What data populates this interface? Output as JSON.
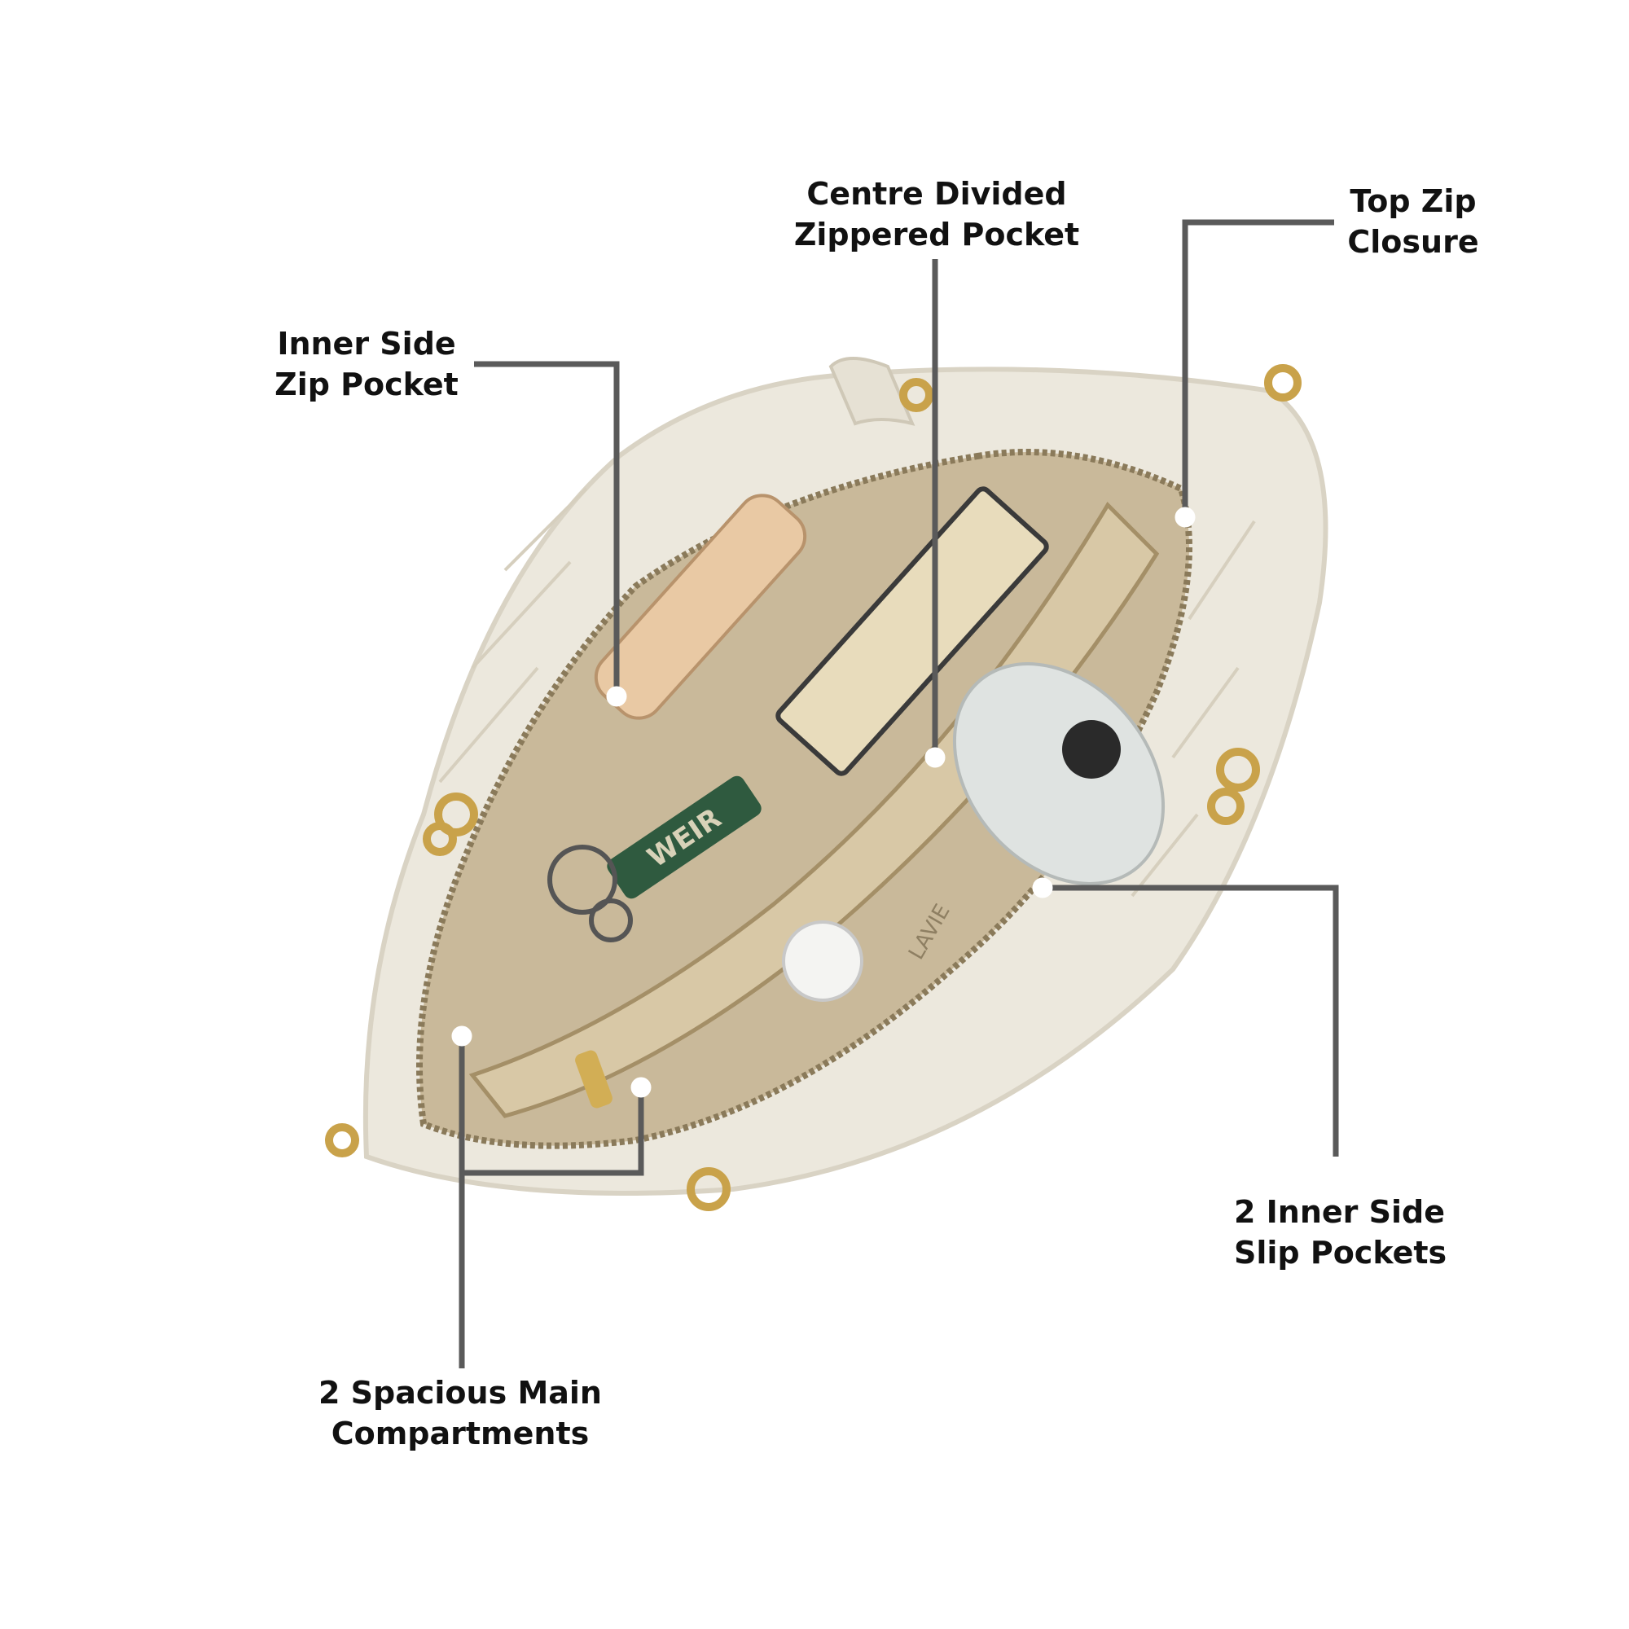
{
  "colors": {
    "background": "#ffffff",
    "bag_leather": "#ece8dd",
    "lining": "#c9b99a",
    "leader_line": "#5a5a5a",
    "hardware_gold": "#c9a24a"
  },
  "callouts": {
    "centre_pocket": {
      "line1": "Centre Divided",
      "line2": "Zippered Pocket"
    },
    "top_zip": {
      "line1": "Top Zip",
      "line2": "Closure"
    },
    "inner_side_zip": {
      "line1": "Inner Side",
      "line2": "Zip Pocket"
    },
    "slip_pockets": {
      "line1": "2 Inner Side",
      "line2": "Slip Pockets"
    },
    "main_compartments": {
      "line1": "2 Spacious Main",
      "line2": "Compartments"
    }
  },
  "product": {
    "brand_imprint": "LAVIE",
    "keychain_text": "WEIR"
  }
}
